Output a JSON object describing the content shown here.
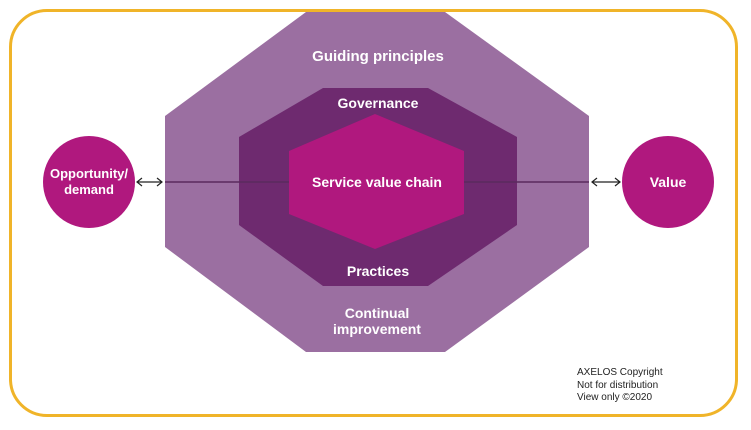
{
  "diagram": {
    "guiding_principles": "Guiding principles",
    "governance": "Governance",
    "service_value_chain": "Service value chain",
    "practices": "Practices",
    "continual_improvement": [
      "Continual",
      "improvement"
    ],
    "opportunity_demand": [
      "Opportunity/",
      "demand"
    ],
    "value": "Value"
  },
  "copyright": {
    "lines": [
      "AXELOS Copyright",
      "Not for distribution",
      "View only ©2020"
    ]
  },
  "colors": {
    "frame_border": "#f0b429",
    "outer_hexagon": "#9b6fa1",
    "middle_hexagon": "#6e2a6f",
    "inner_hexagon": "#b0187e",
    "circles": "#b0187e",
    "connector": "#5a2a5e"
  }
}
